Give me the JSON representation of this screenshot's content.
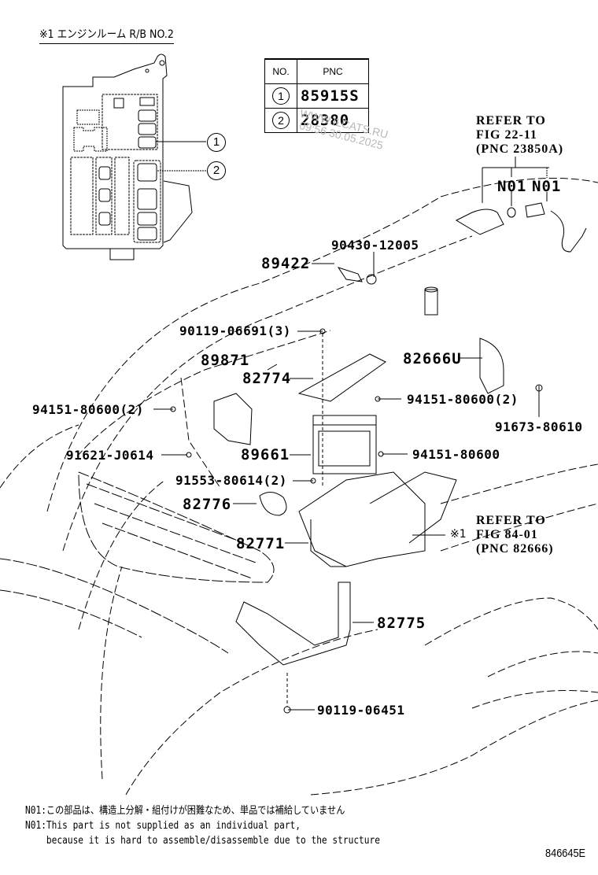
{
  "inset": {
    "title": "※1 エンジンルーム R/B NO.2",
    "callouts": [
      "1",
      "2"
    ]
  },
  "pnc_table": {
    "headers": {
      "no": "NO.",
      "pnc": "PNC"
    },
    "rows": [
      {
        "no": "1",
        "pnc": "85915S"
      },
      {
        "no": "2",
        "pnc": "28380"
      }
    ]
  },
  "watermark": {
    "line1": "WWW.ILCATS.RU",
    "line2": "09:56 30.05.2025"
  },
  "references": {
    "ref1": {
      "line1": "REFER TO",
      "line2": "FIG 22-11",
      "line3": "(PNC 23850A)"
    },
    "ref2": {
      "line1": "REFER TO",
      "line2": "FIG 84-01",
      "line3": "(PNC 82666)"
    },
    "ref2_marker": "※1"
  },
  "n01_labels": [
    "N01",
    "N01"
  ],
  "part_numbers": {
    "p89422": "89422",
    "p90430": "90430-12005",
    "p90119a": "90119-06691(3)",
    "p89871": "89871",
    "p82774": "82774",
    "p82666u": "82666U",
    "p94151a": "94151-80600(2)",
    "p94151b": "94151-80600(2)",
    "p91673": "91673-80610",
    "p91621": "91621-J0614",
    "p89661": "89661",
    "p94151c": "94151-80600",
    "p91553": "91553-80614(2)",
    "p82776": "82776",
    "p82771": "82771",
    "p82775": "82775",
    "p90119b": "90119-06451"
  },
  "notes": {
    "jp": "N01:この部品は、構造上分解・組付けが困難なため、単品では補給していません",
    "en1": "N01:This part is not supplied as an individual part,",
    "en2": "    because it is hard to assemble/disassemble due to the structure"
  },
  "figure_code": "846645E"
}
